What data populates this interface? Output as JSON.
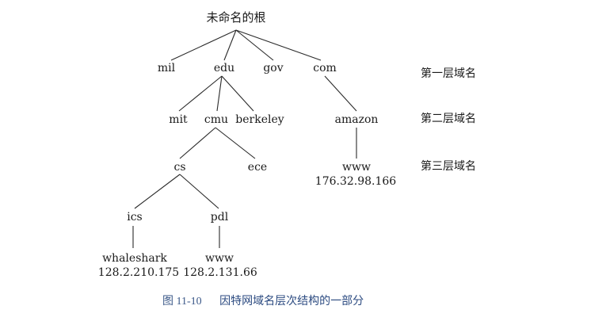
{
  "tree": {
    "root": "未命名的根",
    "level1": [
      "mil",
      "edu",
      "gov",
      "com"
    ],
    "level2": {
      "mit": "mit",
      "cmu": "cmu",
      "berkeley": "berkeley",
      "amazon": "amazon"
    },
    "level3": {
      "cs": "cs",
      "ece": "ece",
      "amazon_www": "www",
      "amazon_www_ip": "176.32.98.166"
    },
    "level4": {
      "ics": "ics",
      "pdl": "pdl"
    },
    "level5": {
      "whaleshark": "whaleshark",
      "whaleshark_ip": "128.2.210.175",
      "pdl_www": "www",
      "pdl_www_ip": "128.2.131.66"
    }
  },
  "level_labels": [
    "第一层域名",
    "第二层域名",
    "第三层域名"
  ],
  "caption": {
    "figure_number": "图 11-10",
    "title": "因特网域名层次结构的一部分"
  }
}
